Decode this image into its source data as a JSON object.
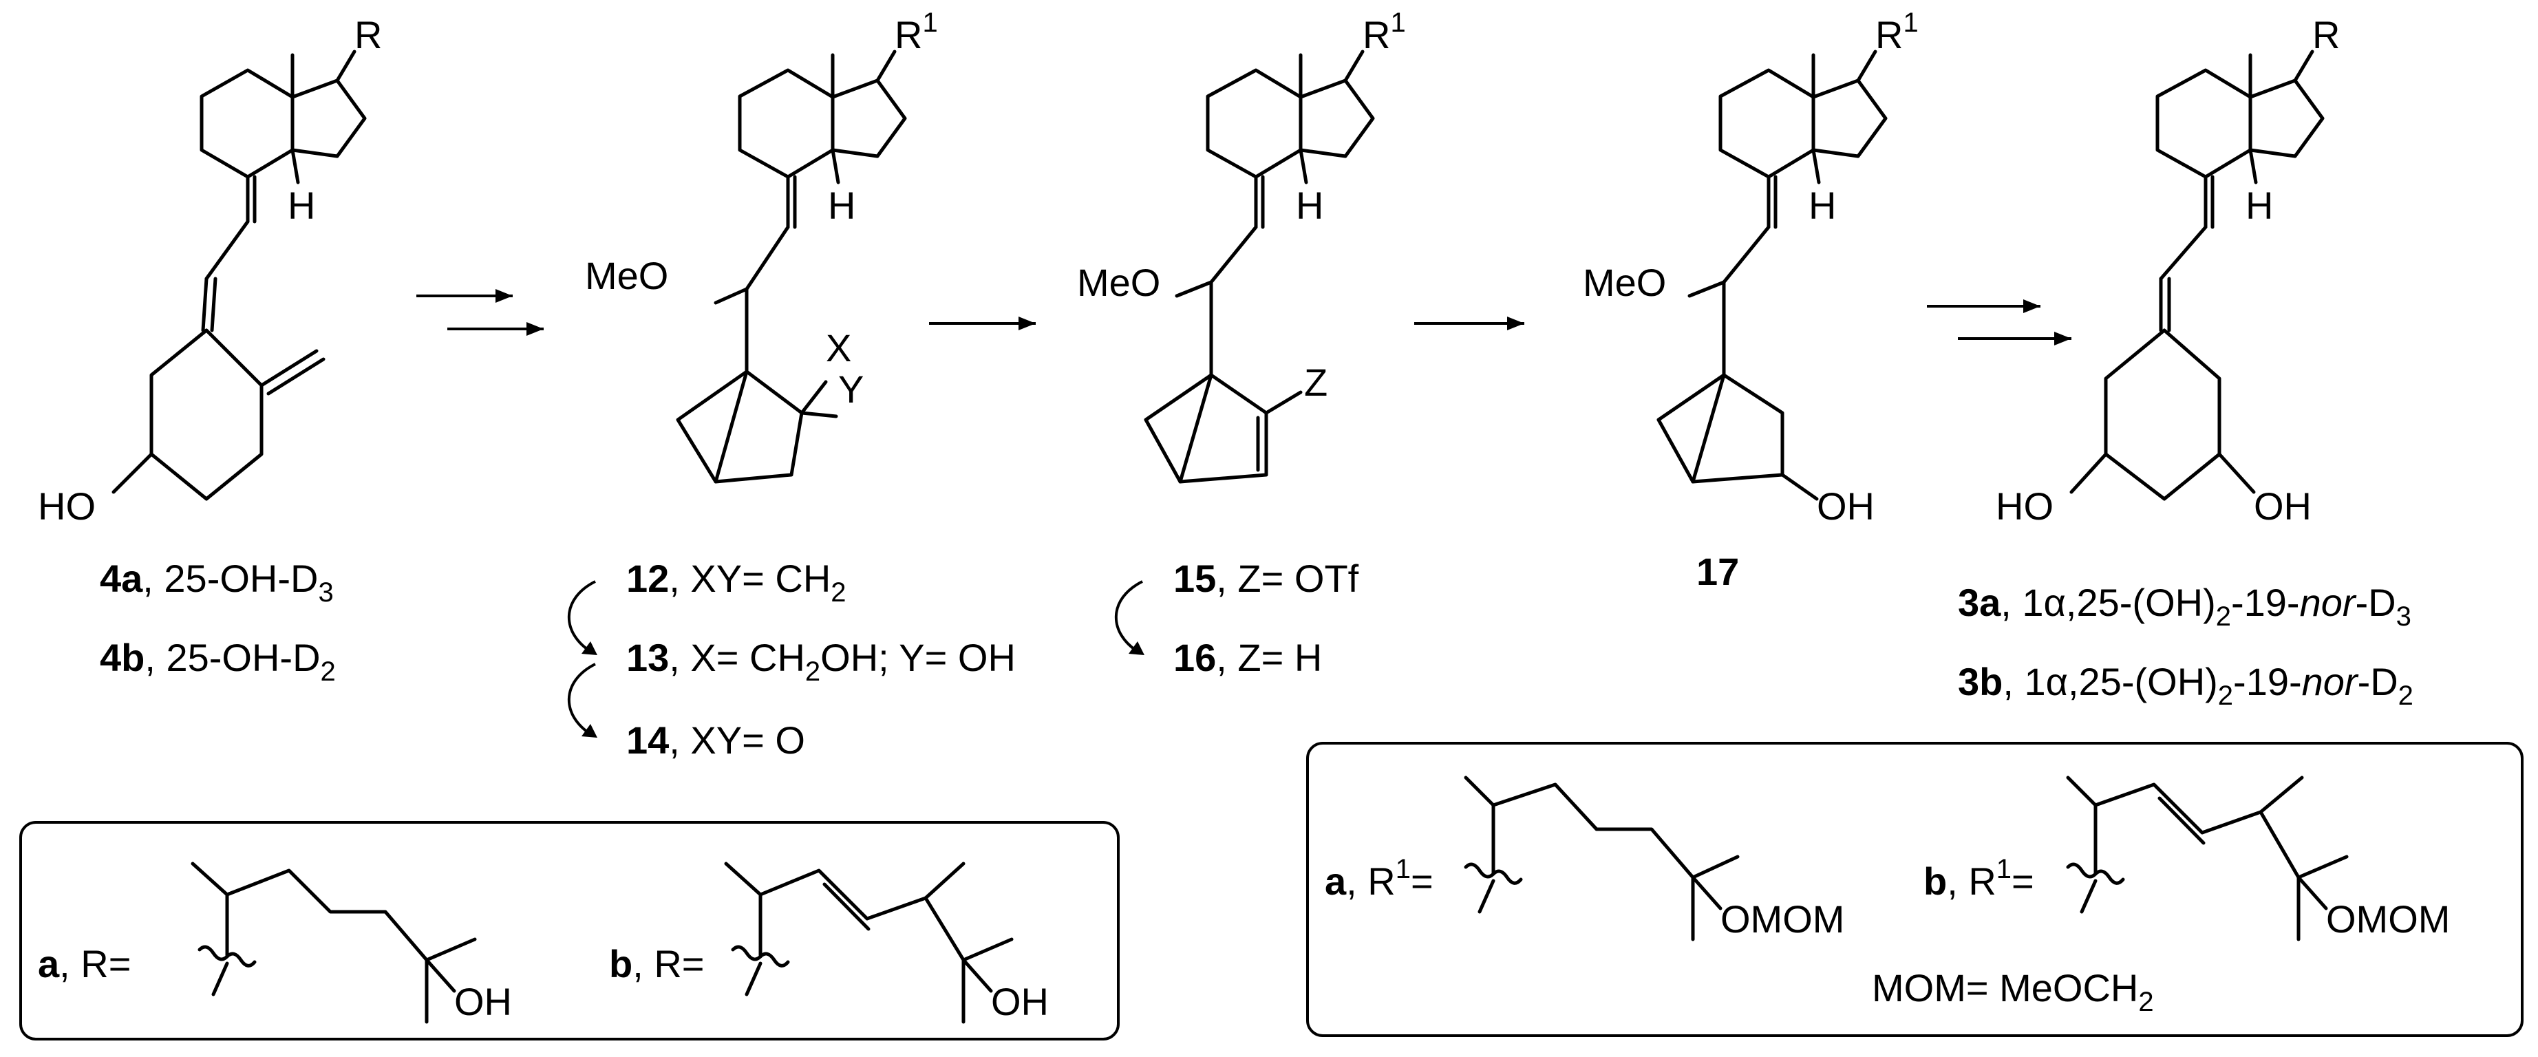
{
  "substituents": {
    "R": "R",
    "R1": "R",
    "R1_sup": "1"
  },
  "atoms": {
    "H": "H",
    "HO": "HO",
    "OH": "OH",
    "MeO": "MeO",
    "X": "X",
    "Y": "Y",
    "Z": "Z",
    "OMOM": "OMOM"
  },
  "compounds": {
    "c4a": {
      "num": "4a",
      "desc": ", 25-OH-D",
      "sub": "3"
    },
    "c4b": {
      "num": "4b",
      "desc": ", 25-OH-D",
      "sub": "2"
    },
    "c12": {
      "num": "12",
      "desc": ", XY= CH",
      "sub": "2"
    },
    "c13": {
      "num": "13",
      "desc": ", X= CH",
      "sub": "2",
      "tail": "OH; Y= OH"
    },
    "c14": {
      "num": "14",
      "desc": ", XY= O"
    },
    "c15": {
      "num": "15",
      "desc": ", Z= OTf"
    },
    "c16": {
      "num": "16",
      "desc": ", Z= H"
    },
    "c17": {
      "num": "17"
    },
    "c3a": {
      "num": "3a",
      "pre": ", 1α,25-(OH)",
      "sub": "2",
      "mid": "-19-",
      "italic": "nor",
      "post": "-D",
      "sub2": "3"
    },
    "c3b": {
      "num": "3b",
      "pre": ", 1α,25-(OH)",
      "sub": "2",
      "mid": "-19-",
      "italic": "nor",
      "post": "-D",
      "sub2": "2"
    }
  },
  "legend_left": {
    "a_letter": "a",
    "a_label": ", R=",
    "b_letter": "b",
    "b_label": ", R="
  },
  "legend_right": {
    "a_letter": "a",
    "a_label": ", R",
    "a_sup": "1",
    "a_eq": "=",
    "b_letter": "b",
    "b_label": ", R",
    "b_sup": "1",
    "b_eq": "=",
    "mom_def": "MOM= MeOCH",
    "mom_sub": "2"
  }
}
